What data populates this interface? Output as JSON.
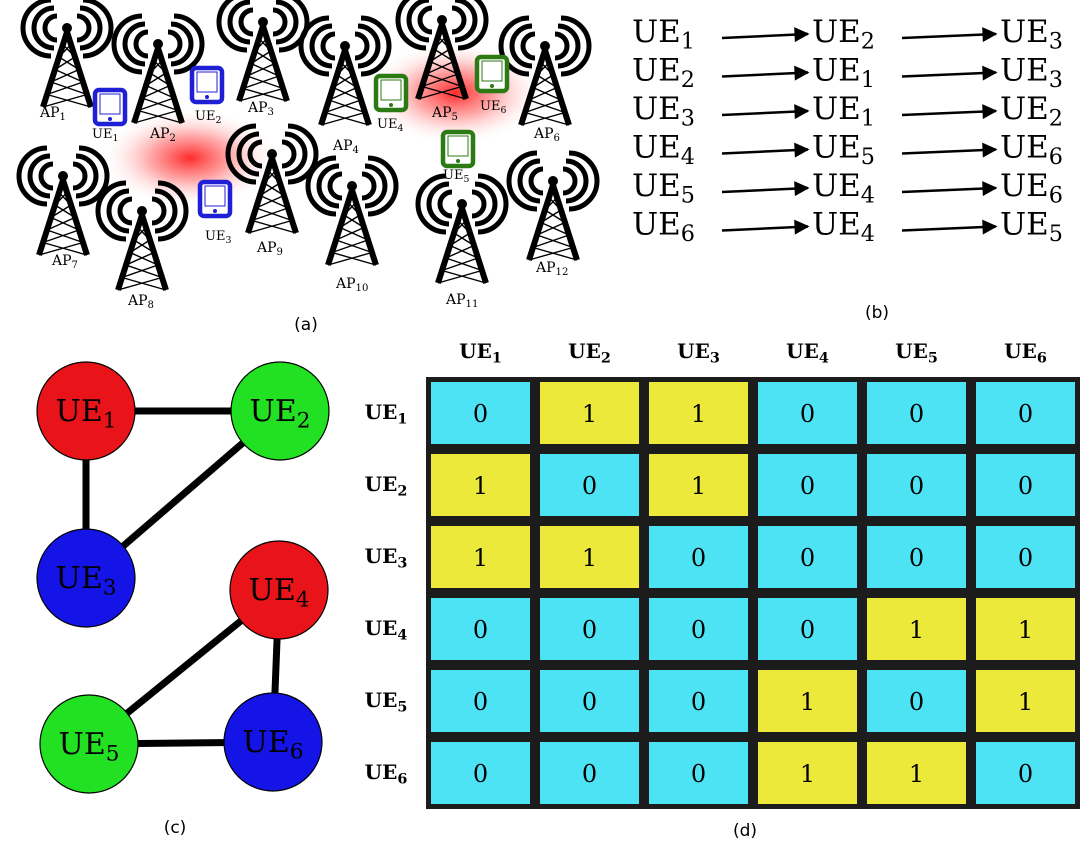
{
  "panel_a": {
    "caption": "(a)",
    "aps": [
      {
        "id": "AP1",
        "base": "AP",
        "sub": "1"
      },
      {
        "id": "AP2",
        "base": "AP",
        "sub": "2"
      },
      {
        "id": "AP3",
        "base": "AP",
        "sub": "3"
      },
      {
        "id": "AP4",
        "base": "AP",
        "sub": "4"
      },
      {
        "id": "AP5",
        "base": "AP",
        "sub": "5"
      },
      {
        "id": "AP6",
        "base": "AP",
        "sub": "6"
      },
      {
        "id": "AP7",
        "base": "AP",
        "sub": "7"
      },
      {
        "id": "AP8",
        "base": "AP",
        "sub": "8"
      },
      {
        "id": "AP9",
        "base": "AP",
        "sub": "9"
      },
      {
        "id": "AP10",
        "base": "AP",
        "sub": "10"
      },
      {
        "id": "AP11",
        "base": "AP",
        "sub": "11"
      },
      {
        "id": "AP12",
        "base": "AP",
        "sub": "12"
      }
    ],
    "ues": [
      {
        "id": "UE1",
        "base": "UE",
        "sub": "1",
        "color": "#1f1fd6"
      },
      {
        "id": "UE2",
        "base": "UE",
        "sub": "2",
        "color": "#1f1fd6"
      },
      {
        "id": "UE3",
        "base": "UE",
        "sub": "3",
        "color": "#1f1fd6"
      },
      {
        "id": "UE4",
        "base": "UE",
        "sub": "4",
        "color": "#2b7a14"
      },
      {
        "id": "UE5",
        "base": "UE",
        "sub": "5",
        "color": "#2b7a14"
      },
      {
        "id": "UE6",
        "base": "UE",
        "sub": "6",
        "color": "#2b7a14"
      }
    ]
  },
  "panel_b": {
    "caption": "(b)",
    "rows": [
      [
        "1",
        "2",
        "3"
      ],
      [
        "2",
        "1",
        "3"
      ],
      [
        "3",
        "1",
        "2"
      ],
      [
        "4",
        "5",
        "6"
      ],
      [
        "5",
        "4",
        "6"
      ],
      [
        "6",
        "4",
        "5"
      ]
    ],
    "prefix": "UE"
  },
  "panel_c": {
    "caption": "(c)",
    "nodes": [
      {
        "id": "UE1",
        "base": "UE",
        "sub": "1",
        "color": "#e8141a"
      },
      {
        "id": "UE2",
        "base": "UE",
        "sub": "2",
        "color": "#22e022"
      },
      {
        "id": "UE3",
        "base": "UE",
        "sub": "3",
        "color": "#1414e6"
      },
      {
        "id": "UE4",
        "base": "UE",
        "sub": "4",
        "color": "#e8141a"
      },
      {
        "id": "UE5",
        "base": "UE",
        "sub": "5",
        "color": "#22e022"
      },
      {
        "id": "UE6",
        "base": "UE",
        "sub": "6",
        "color": "#1414e6"
      }
    ],
    "edges": [
      [
        "UE1",
        "UE2"
      ],
      [
        "UE1",
        "UE3"
      ],
      [
        "UE2",
        "UE3"
      ],
      [
        "UE4",
        "UE5"
      ],
      [
        "UE4",
        "UE6"
      ],
      [
        "UE5",
        "UE6"
      ]
    ]
  },
  "panel_d": {
    "caption": "(d)",
    "headers": [
      {
        "base": "UE",
        "sub": "1"
      },
      {
        "base": "UE",
        "sub": "2"
      },
      {
        "base": "UE",
        "sub": "3"
      },
      {
        "base": "UE",
        "sub": "4"
      },
      {
        "base": "UE",
        "sub": "5"
      },
      {
        "base": "UE",
        "sub": "6"
      }
    ],
    "matrix": [
      [
        0,
        1,
        1,
        0,
        0,
        0
      ],
      [
        1,
        0,
        1,
        0,
        0,
        0
      ],
      [
        1,
        1,
        0,
        0,
        0,
        0
      ],
      [
        0,
        0,
        0,
        0,
        1,
        1
      ],
      [
        0,
        0,
        0,
        1,
        0,
        1
      ],
      [
        0,
        0,
        0,
        1,
        1,
        0
      ]
    ],
    "colors": {
      "zero": "#4ce4f5",
      "one": "#ede93a",
      "border": "#1c1c1c"
    }
  }
}
